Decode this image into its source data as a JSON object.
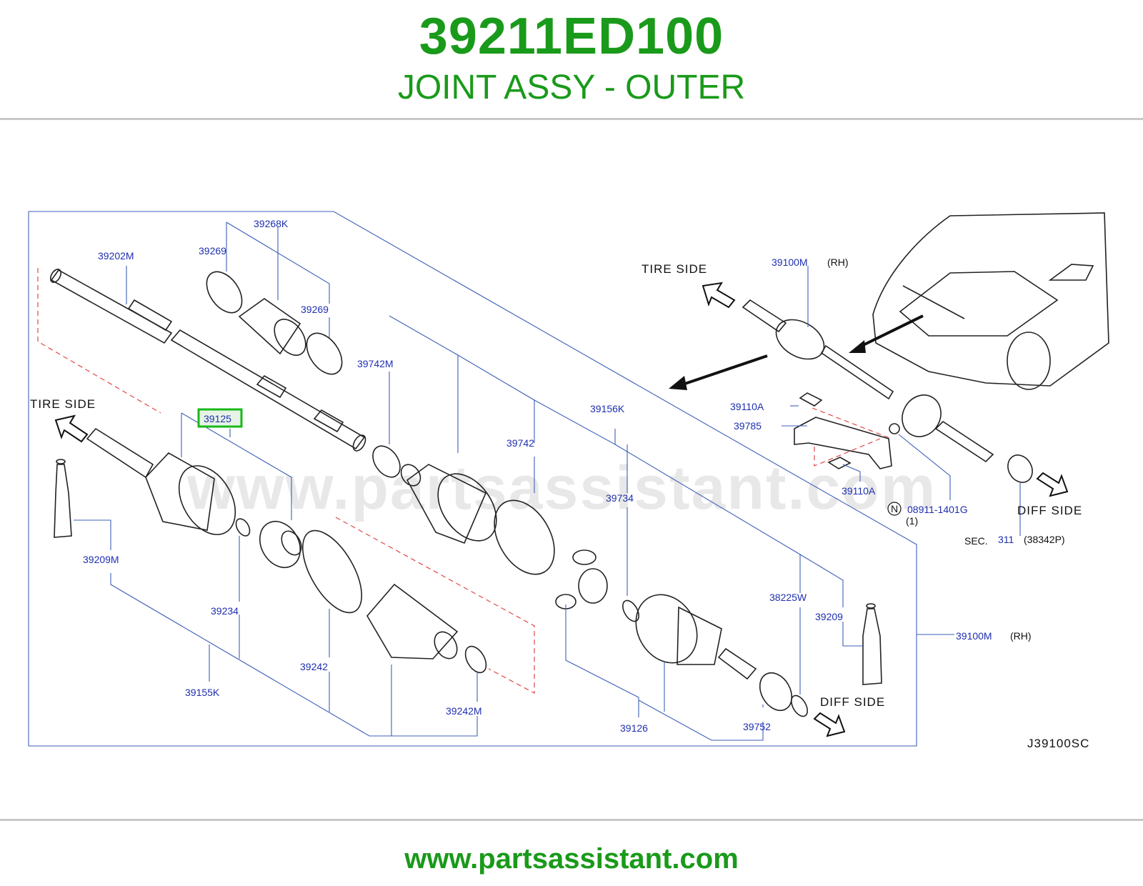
{
  "header": {
    "part_number": "39211ED100",
    "part_name": "JOINT ASSY - OUTER"
  },
  "footer": {
    "url": "www.partsassistant.com"
  },
  "diagram": {
    "watermark": "www.partsassistant.com",
    "drawing_code": "J39100SC",
    "direction_labels": {
      "tire_side_left": "TIRE   SIDE",
      "tire_side_right": "TIRE   SIDE",
      "diff_side_bottom": "DIFF   SIDE",
      "diff_side_right": "DIFF   SIDE"
    },
    "highlighted_part": "39125",
    "callouts": {
      "c39268K": "39268K",
      "c39269a": "39269",
      "c39269b": "39269",
      "c39202M": "39202M",
      "c39742M": "39742M",
      "c39742": "39742",
      "c39156K": "39156K",
      "c39734": "39734",
      "c39209M": "39209M",
      "c39234": "39234",
      "c39155K": "39155K",
      "c39242": "39242",
      "c39242M": "39242M",
      "c39126": "39126",
      "c39752": "39752",
      "c38225W": "38225W",
      "c39209": "39209",
      "c39100M_right": "39100M",
      "c39100M_right_rh": "(RH)",
      "c39100M_top": "39100M",
      "c39100M_top_rh": "(RH)",
      "c39110A_top": "39110A",
      "c39785": "39785",
      "c39110A_bottom": "39110A",
      "c08911": "08911-1401G",
      "c08911_qty": "(1)",
      "c08911_prefix": "N",
      "sec_label": "SEC.",
      "sec_number": "311",
      "sec_ref": "(38342P)"
    }
  }
}
